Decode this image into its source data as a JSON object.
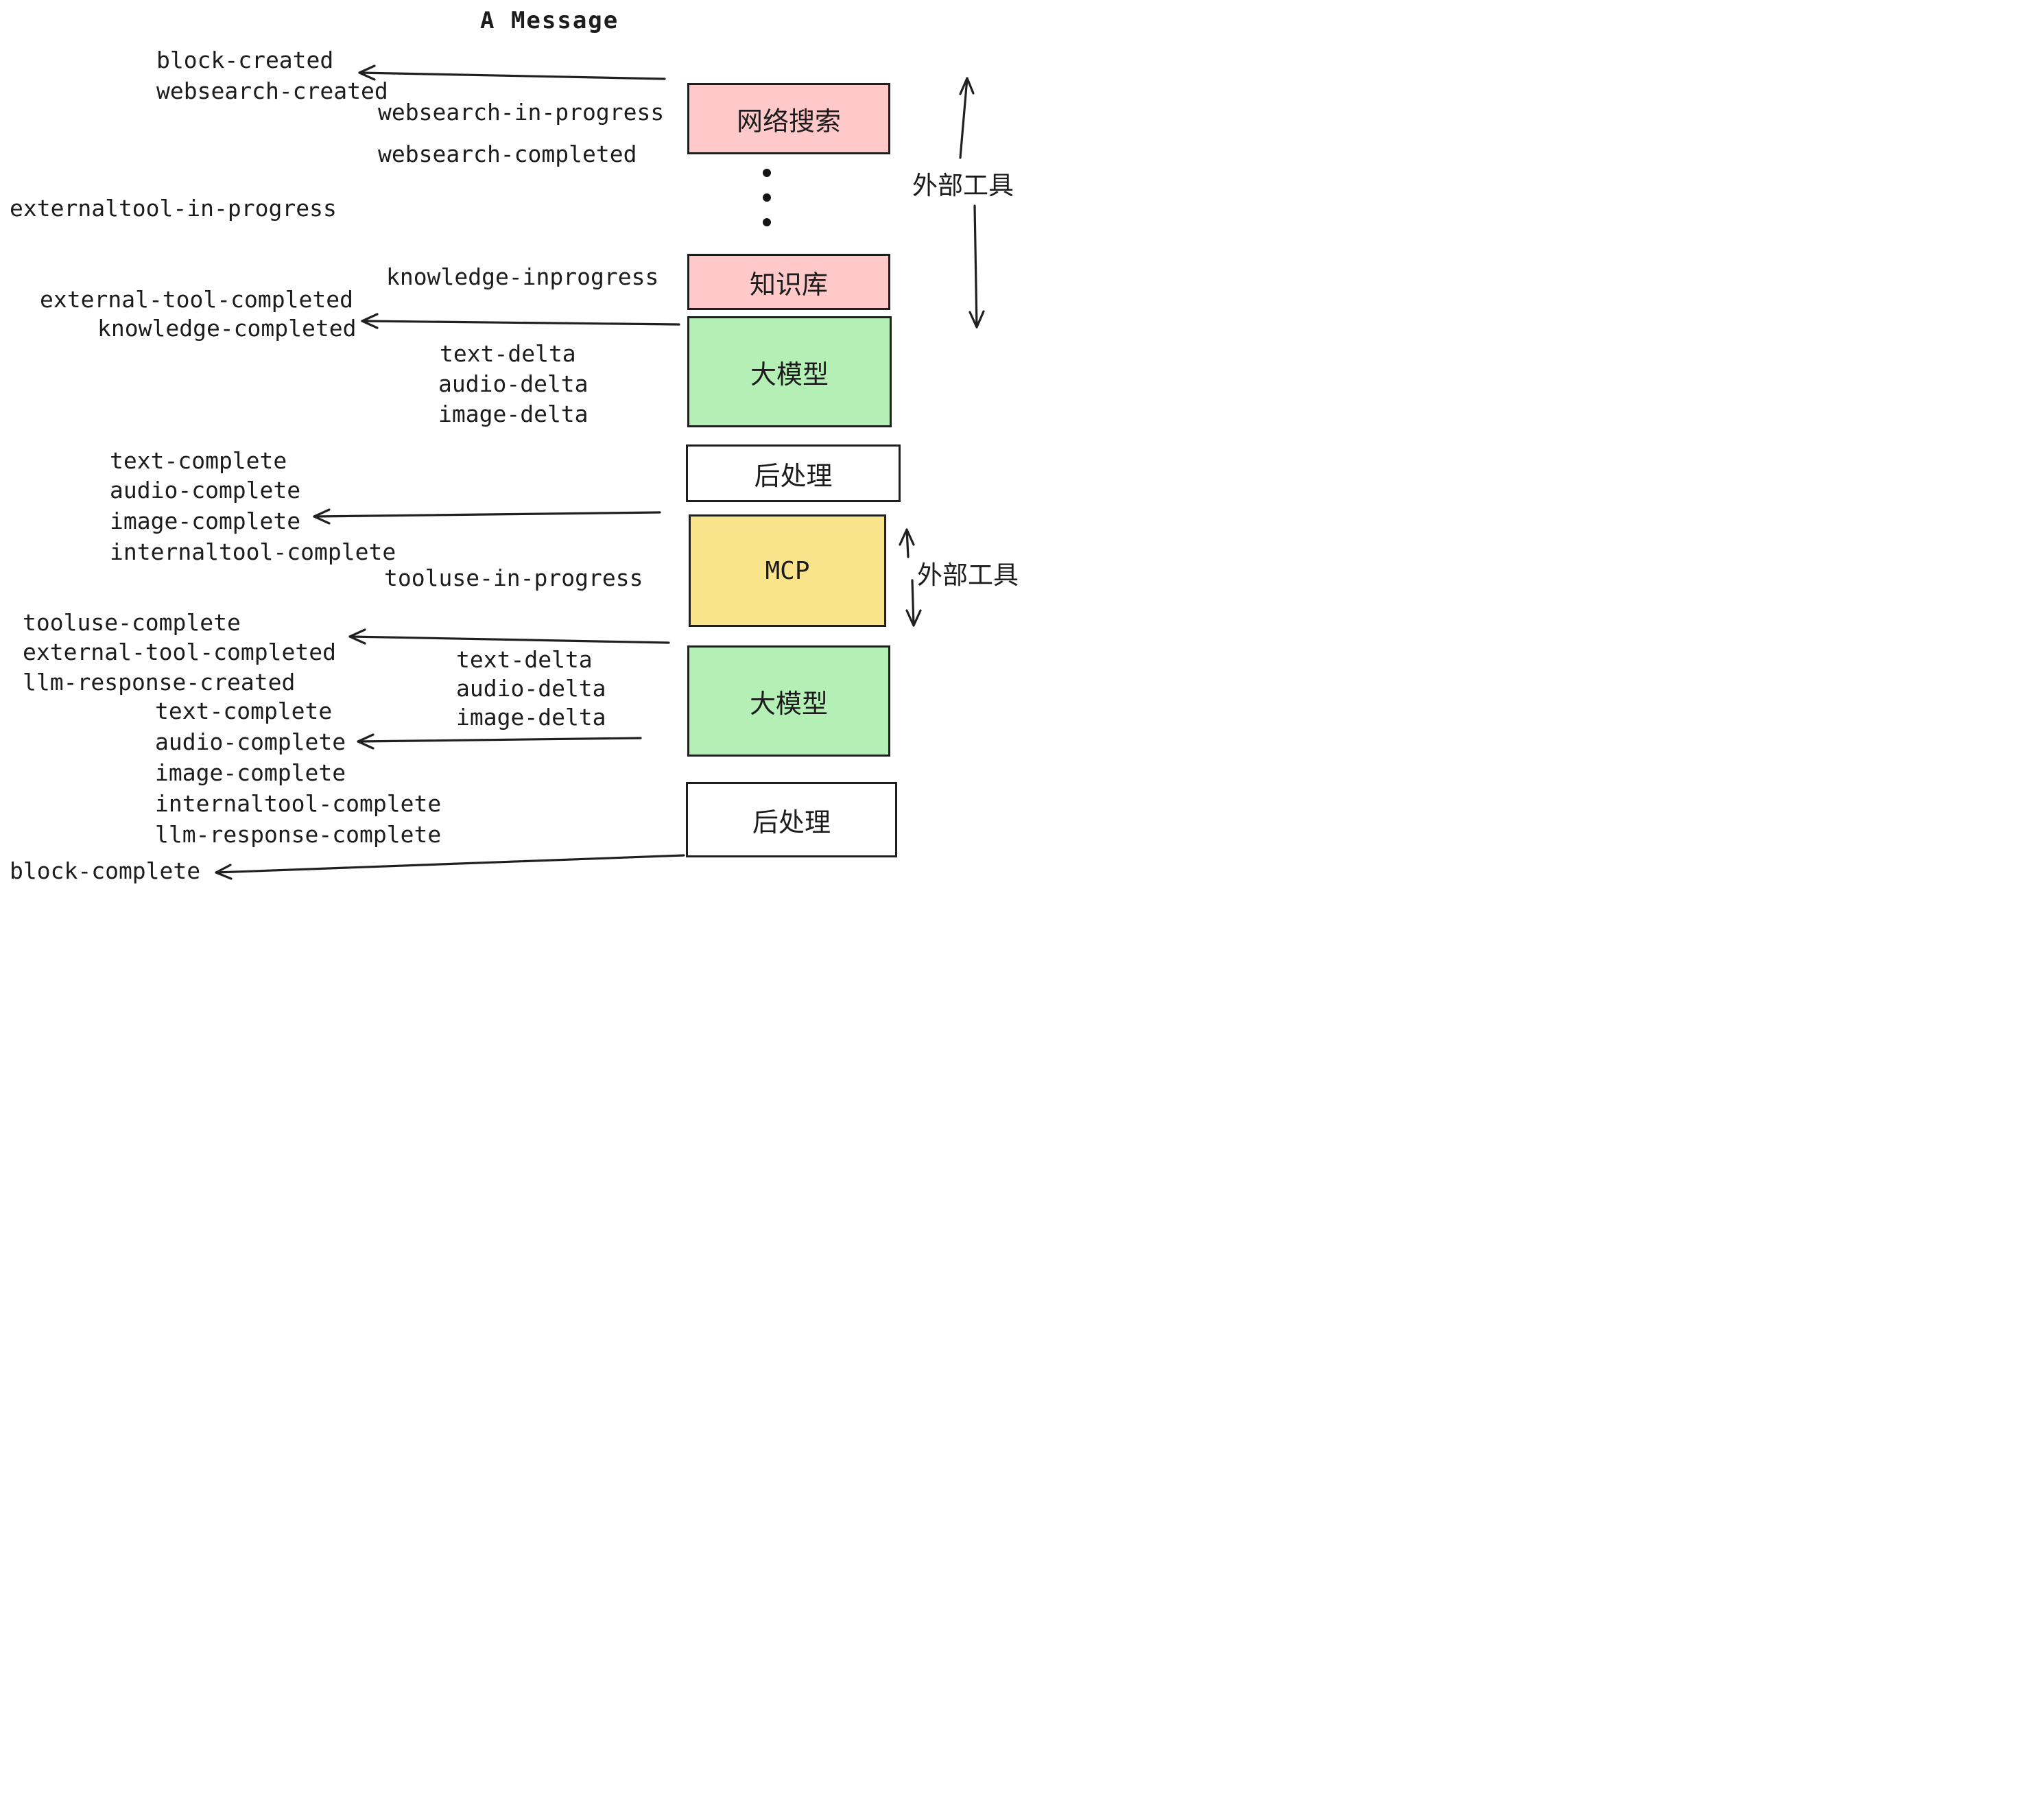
{
  "title": "A Message",
  "events": [
    {
      "text": "block-created"
    },
    {
      "text": "websearch-created"
    },
    {
      "text": "websearch-in-progress"
    },
    {
      "text": "websearch-completed"
    },
    {
      "text": "externaltool-in-progress"
    },
    {
      "text": "knowledge-inprogress"
    },
    {
      "text": "external-tool-completed"
    },
    {
      "text": "knowledge-completed"
    },
    {
      "text": "text-delta"
    },
    {
      "text": "audio-delta"
    },
    {
      "text": "image-delta"
    },
    {
      "text": "text-complete"
    },
    {
      "text": "audio-complete"
    },
    {
      "text": "image-complete"
    },
    {
      "text": "internaltool-complete"
    },
    {
      "text": "tooluse-in-progress"
    },
    {
      "text": "tooluse-complete"
    },
    {
      "text": "external-tool-completed"
    },
    {
      "text": "llm-response-created"
    },
    {
      "text": "text-delta"
    },
    {
      "text": "audio-delta"
    },
    {
      "text": "image-delta"
    },
    {
      "text": "text-complete"
    },
    {
      "text": "audio-complete"
    },
    {
      "text": "image-complete"
    },
    {
      "text": "internaltool-complete"
    },
    {
      "text": "llm-response-complete"
    },
    {
      "text": "block-complete"
    }
  ],
  "boxes": {
    "websearch": {
      "label": "网络搜索"
    },
    "knowledge": {
      "label": "知识库"
    },
    "llm_top": {
      "label": "大模型"
    },
    "post_top": {
      "label": "后处理"
    },
    "mcp": {
      "label": "MCP"
    },
    "llm_bottom": {
      "label": "大模型"
    },
    "post_bottom": {
      "label": "后处理"
    }
  },
  "side_labels": {
    "external_tools_top": "外部工具",
    "external_tools_bottom": "外部工具"
  },
  "colors": {
    "pink": "#ffc9c9",
    "green": "#b4f0b6",
    "yellow": "#f9e48b",
    "white": "#ffffff",
    "border": "#1e1e1e",
    "ink": "#1c1c1c"
  }
}
